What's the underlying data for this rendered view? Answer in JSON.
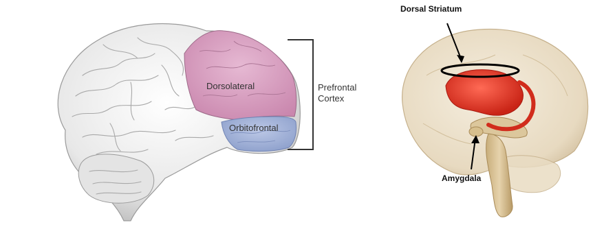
{
  "left_figure": {
    "regions": {
      "dorsolateral": "Dorsolateral",
      "orbitofrontal": "Orbitofrontal"
    },
    "bracket_label_line1": "Prefrontal",
    "bracket_label_line2": "Cortex",
    "colors": {
      "dorsolateral": "#d9a3c4",
      "orbitofrontal": "#a9b8d8",
      "brain": "#f2f2f2"
    }
  },
  "right_figure": {
    "labels": {
      "dorsal_striatum": "Dorsal Striatum",
      "amygdala": "Amygdala"
    },
    "colors": {
      "striatum": "#e23a2a",
      "brain_glass": "#e9dcc3",
      "brainstem": "#d9c49a"
    }
  }
}
